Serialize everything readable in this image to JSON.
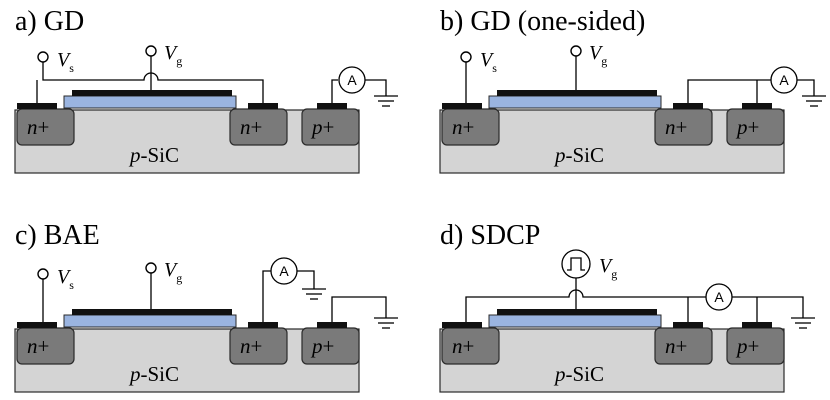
{
  "panels": [
    {
      "id": "a",
      "title": "a) GD",
      "substrate_label": "p-SiC",
      "source_region": "n+",
      "drain_region": "n+",
      "body_region": "p+",
      "vs_label": "V",
      "vs_sub": "s",
      "vg_label": "V",
      "vg_sub": "g",
      "ammeter": "A"
    },
    {
      "id": "b",
      "title": "b) GD (one-sided)",
      "substrate_label": "p-SiC",
      "source_region": "n+",
      "drain_region": "n+",
      "body_region": "p+",
      "vs_label": "V",
      "vs_sub": "s",
      "vg_label": "V",
      "vg_sub": "g",
      "ammeter": "A"
    },
    {
      "id": "c",
      "title": "c) BAE",
      "substrate_label": "p-SiC",
      "source_region": "n+",
      "drain_region": "n+",
      "body_region": "p+",
      "vs_label": "V",
      "vs_sub": "s",
      "vg_label": "V",
      "vg_sub": "g",
      "ammeter": "A"
    },
    {
      "id": "d",
      "title": "d) SDCP",
      "substrate_label": "p-SiC",
      "source_region": "n+",
      "drain_region": "n+",
      "body_region": "p+",
      "vg_label": "V",
      "vg_sub": "g",
      "ammeter": "A"
    }
  ],
  "colors": {
    "substrate": "#d4d4d4",
    "doped_region": "#7a7a7a",
    "oxide": "#9ab4e0",
    "metal": "#111111"
  }
}
